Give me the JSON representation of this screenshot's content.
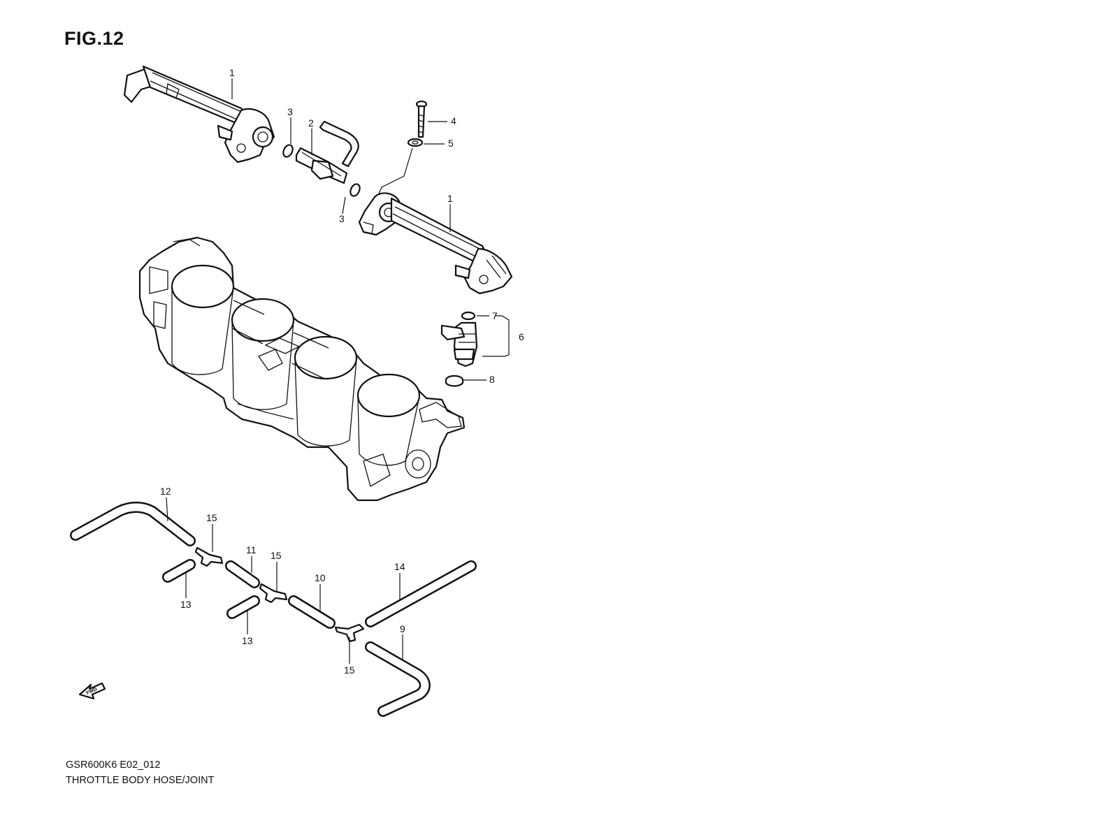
{
  "figure": {
    "title": "FIG.12"
  },
  "footer": {
    "model_code": "GSR600K6 E02_012",
    "description": "THROTTLE BODY HOSE/JOINT"
  },
  "fwd_arrow": {
    "label": "FWD",
    "icon": "fwd-arrow-icon"
  },
  "callouts": {
    "c1a": "1",
    "c1b": "1",
    "c2": "2",
    "c3a": "3",
    "c3b": "3",
    "c4": "4",
    "c5": "5",
    "c6": "6",
    "c7": "7",
    "c8": "8",
    "c9": "9",
    "c10": "10",
    "c11": "11",
    "c12": "12",
    "c13a": "13",
    "c13b": "13",
    "c14": "14",
    "c15a": "15",
    "c15b": "15",
    "c15c": "15"
  }
}
